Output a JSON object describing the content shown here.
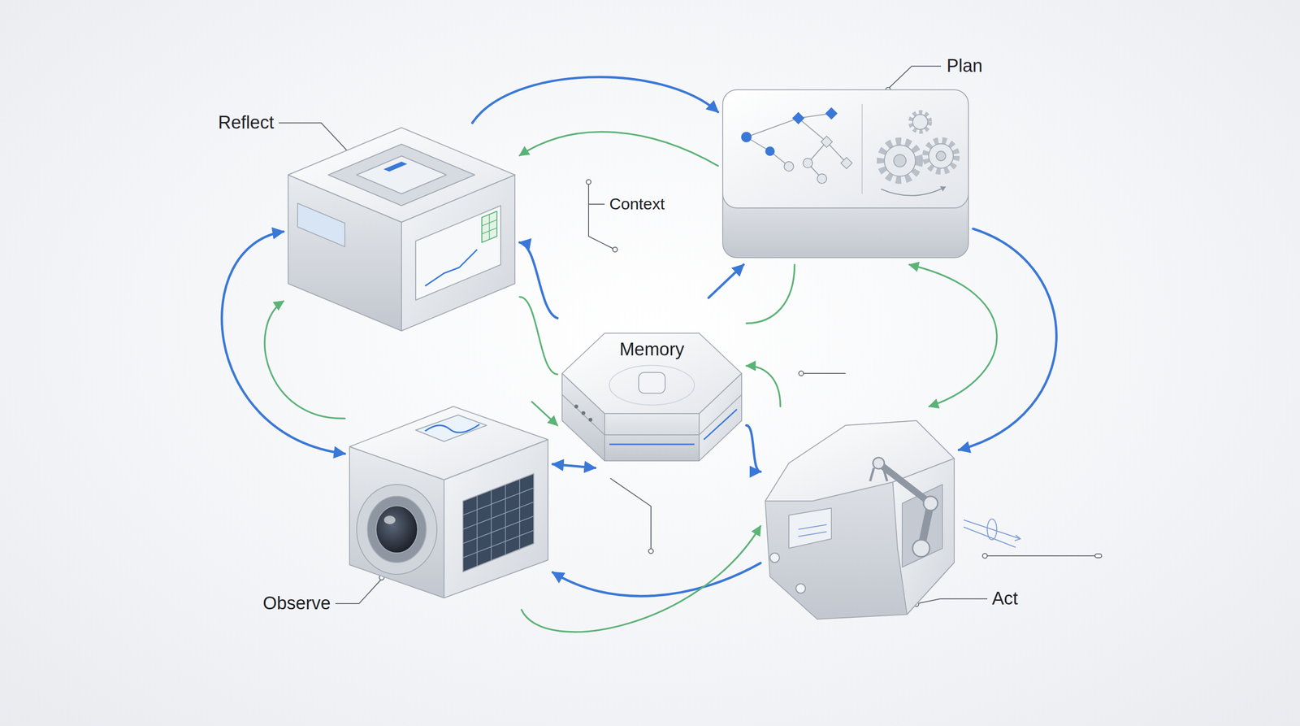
{
  "diagram": {
    "nodes": [
      {
        "text": [
          "Reflect"
        ]
      },
      {
        "text": [
          "Plan"
        ]
      },
      {
        "text": [
          "Memory"
        ]
      },
      {
        "text": [
          "Observe"
        ]
      },
      {
        "text": [
          "Act"
        ]
      }
    ],
    "edges": [
      {
        "from": 0,
        "to": 1,
        "arrow": "to"
      },
      {
        "from": 1,
        "to": 0,
        "arrow": "to"
      },
      {
        "from": 1,
        "to": 4,
        "arrow": "to"
      },
      {
        "from": 1,
        "to": 4,
        "arrow": "both"
      },
      {
        "from": 4,
        "to": 3,
        "arrow": "to"
      },
      {
        "from": 3,
        "to": 4,
        "arrow": "to"
      },
      {
        "from": 0,
        "to": 3,
        "arrow": "both"
      },
      {
        "from": 3,
        "to": 0,
        "arrow": "to"
      },
      {
        "from": 2,
        "to": 0,
        "arrow": "to"
      },
      {
        "from": 0,
        "to": 2,
        "arrow": "none"
      },
      {
        "from": 2,
        "to": 1,
        "arrow": "to"
      },
      {
        "from": 1,
        "to": 2,
        "arrow": "none"
      },
      {
        "from": 2,
        "to": 4,
        "arrow": "to"
      },
      {
        "from": 4,
        "to": 2,
        "arrow": "to"
      },
      {
        "from": 2,
        "to": 3,
        "arrow": "both"
      },
      {
        "from": 3,
        "to": 2,
        "arrow": "to"
      }
    ],
    "labels": [
      "Context"
    ]
  }
}
